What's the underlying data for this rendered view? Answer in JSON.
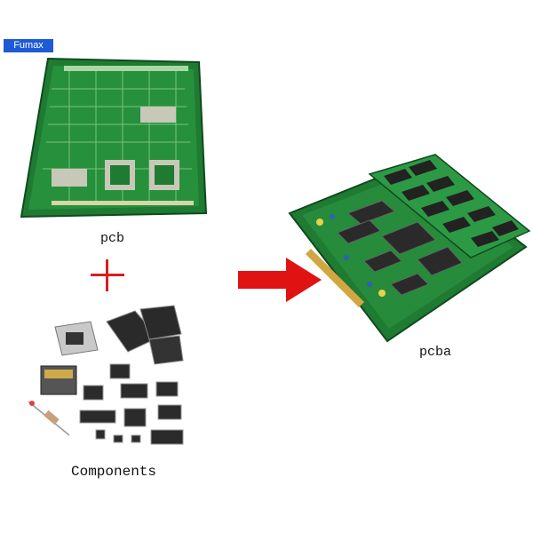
{
  "logo": {
    "text": "Fumax"
  },
  "labels": {
    "pcb": "pcb",
    "components": "Components",
    "pcba": "pcba"
  },
  "icons": {
    "plus": "plus-icon",
    "arrow": "arrow-right-icon"
  },
  "colors": {
    "logo_bg": "#1d5bd6",
    "board_green": "#1f7a32",
    "arrow_red": "#e01212",
    "plus_red": "#d81e1e"
  }
}
